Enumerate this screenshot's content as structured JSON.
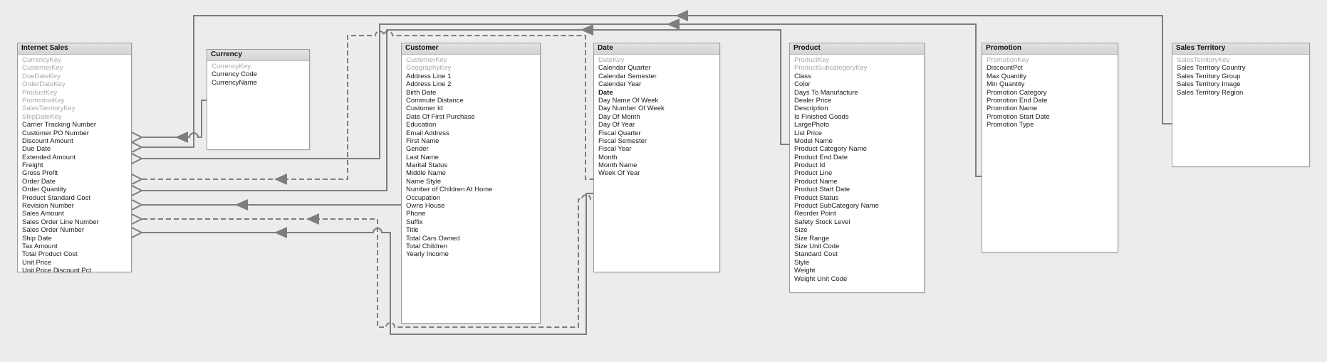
{
  "app": {
    "view_name": "tabular-model-diagram",
    "background_color": "#ececec",
    "line_color": "#7d7d7d",
    "header_color": "#d8d8d8",
    "muted_text_color": "#a9a9a9"
  },
  "tables": [
    {
      "name": "Internet Sales",
      "columns": [
        {
          "label": "CurrencyKey",
          "muted": true
        },
        {
          "label": "CustomerKey",
          "muted": true
        },
        {
          "label": "DueDateKey",
          "muted": true
        },
        {
          "label": "OrderDateKey",
          "muted": true
        },
        {
          "label": "ProductKey",
          "muted": true
        },
        {
          "label": "PromotionKey",
          "muted": true
        },
        {
          "label": "SalesTerritoryKey",
          "muted": true
        },
        {
          "label": "ShipDateKey",
          "muted": true
        },
        {
          "label": "Carrier Tracking Number"
        },
        {
          "label": "Customer PO Number"
        },
        {
          "label": "Discount Amount"
        },
        {
          "label": "Due Date"
        },
        {
          "label": "Extended Amount"
        },
        {
          "label": "Freight"
        },
        {
          "label": "Gross Profit"
        },
        {
          "label": "Order Date"
        },
        {
          "label": "Order Quantity"
        },
        {
          "label": "Product Standard Cost"
        },
        {
          "label": "Revision Number"
        },
        {
          "label": "Sales Amount"
        },
        {
          "label": "Sales Order Line Number"
        },
        {
          "label": "Sales Order Number"
        },
        {
          "label": "Ship Date"
        },
        {
          "label": "Tax Amount"
        },
        {
          "label": "Total Product Cost"
        },
        {
          "label": "Unit Price"
        },
        {
          "label": "Unit Price Discount Pct"
        }
      ]
    },
    {
      "name": "Currency",
      "columns": [
        {
          "label": "CurrencyKey",
          "muted": true
        },
        {
          "label": "Currency Code"
        },
        {
          "label": "CurrencyName"
        }
      ]
    },
    {
      "name": "Customer",
      "columns": [
        {
          "label": "CustomerKey",
          "muted": true
        },
        {
          "label": "GeographyKey",
          "muted": true
        },
        {
          "label": "Address Line 1"
        },
        {
          "label": "Address Line 2"
        },
        {
          "label": "Birth Date"
        },
        {
          "label": "Commute Distance"
        },
        {
          "label": "Customer Id"
        },
        {
          "label": "Date Of First Purchase"
        },
        {
          "label": "Education"
        },
        {
          "label": "Email Address"
        },
        {
          "label": "First Name"
        },
        {
          "label": "Gender"
        },
        {
          "label": "Last Name"
        },
        {
          "label": "Marital Status"
        },
        {
          "label": "Middle Name"
        },
        {
          "label": "Name Style"
        },
        {
          "label": "Number of Children At Home"
        },
        {
          "label": "Occupation"
        },
        {
          "label": "Owns House"
        },
        {
          "label": "Phone"
        },
        {
          "label": "Suffix"
        },
        {
          "label": "Title"
        },
        {
          "label": "Total Cars Owned"
        },
        {
          "label": "Total Children"
        },
        {
          "label": "Yearly Income"
        }
      ]
    },
    {
      "name": "Date",
      "columns": [
        {
          "label": "DateKey",
          "muted": true
        },
        {
          "label": "Calendar Quarter"
        },
        {
          "label": "Calendar Semester"
        },
        {
          "label": "Calendar Year"
        },
        {
          "label": "Date",
          "bold": true
        },
        {
          "label": "Day Name Of Week"
        },
        {
          "label": "Day Number Of Week"
        },
        {
          "label": "Day Of Month"
        },
        {
          "label": "Day Of Year"
        },
        {
          "label": "Fiscal Quarter"
        },
        {
          "label": "Fiscal Semester"
        },
        {
          "label": "Fiscal Year"
        },
        {
          "label": "Month"
        },
        {
          "label": "Month Name"
        },
        {
          "label": "Week Of Year"
        }
      ]
    },
    {
      "name": "Product",
      "columns": [
        {
          "label": "ProductKey",
          "muted": true
        },
        {
          "label": "ProductSubcategoryKey",
          "muted": true
        },
        {
          "label": "Class"
        },
        {
          "label": "Color"
        },
        {
          "label": "Days To Manufacture"
        },
        {
          "label": "Dealer Price"
        },
        {
          "label": "Description"
        },
        {
          "label": "Is Finished Goods"
        },
        {
          "label": "LargePhoto"
        },
        {
          "label": "List Price"
        },
        {
          "label": "Model Name"
        },
        {
          "label": "Product Category Name"
        },
        {
          "label": "Product End Date"
        },
        {
          "label": "Product Id"
        },
        {
          "label": "Product Line"
        },
        {
          "label": "Product Name"
        },
        {
          "label": "Product Start Date"
        },
        {
          "label": "Product Status"
        },
        {
          "label": "Product SubCategory Name"
        },
        {
          "label": "Reorder Point"
        },
        {
          "label": "Safety Stock Level"
        },
        {
          "label": "Size"
        },
        {
          "label": "Size Range"
        },
        {
          "label": "Size Unit Code"
        },
        {
          "label": "Standard Cost"
        },
        {
          "label": "Style"
        },
        {
          "label": "Weight"
        },
        {
          "label": "Weight Unit Code"
        }
      ]
    },
    {
      "name": "Promotion",
      "columns": [
        {
          "label": "PromotionKey",
          "muted": true
        },
        {
          "label": "DiscountPct"
        },
        {
          "label": "Max Quantity"
        },
        {
          "label": "Min Quantity"
        },
        {
          "label": "Promotion Category"
        },
        {
          "label": "Promotion End Date"
        },
        {
          "label": "Promotion Name"
        },
        {
          "label": "Promotion Start Date"
        },
        {
          "label": "Promotion Type"
        }
      ]
    },
    {
      "name": "Sales Territory",
      "columns": [
        {
          "label": "SalesTerritoryKey",
          "muted": true
        },
        {
          "label": "Sales Territory Country"
        },
        {
          "label": "Sales Territory Group"
        },
        {
          "label": "Sales Territory Image"
        },
        {
          "label": "Sales Territory Region"
        }
      ]
    }
  ],
  "relationships": [
    {
      "from": "Internet Sales",
      "to": "Currency",
      "style": "solid"
    },
    {
      "from": "Internet Sales",
      "to": "Sales Territory",
      "style": "solid"
    },
    {
      "from": "Internet Sales",
      "to": "Promotion",
      "style": "solid"
    },
    {
      "from": "Internet Sales",
      "to": "Date",
      "style": "dashed"
    },
    {
      "from": "Internet Sales",
      "to": "Product",
      "style": "solid"
    },
    {
      "from": "Internet Sales",
      "to": "Customer",
      "style": "solid"
    },
    {
      "from": "Internet Sales",
      "to": "Date",
      "style": "dashed"
    },
    {
      "from": "Internet Sales",
      "to": "Date",
      "style": "solid"
    }
  ]
}
